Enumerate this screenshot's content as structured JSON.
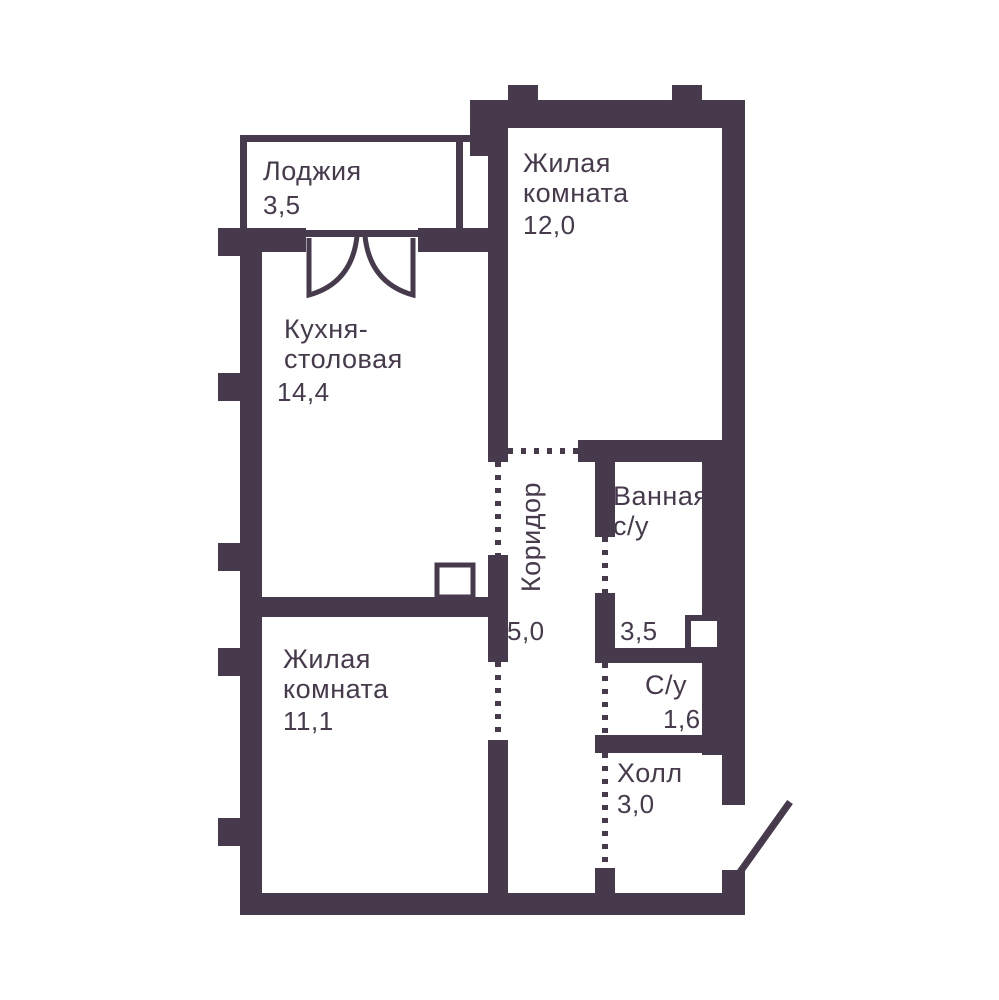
{
  "plan": {
    "title": "Apartment floor plan",
    "colors": {
      "wall": "#473a4d",
      "background": "#ffffff"
    },
    "rooms": {
      "loggia": {
        "label": "Лоджия",
        "area": "3,5"
      },
      "kitchen": {
        "label_line1": "Кухня-",
        "label_line2": "столовая",
        "area": "14,4"
      },
      "living1": {
        "label_line1": "Жилая",
        "label_line2": "комната",
        "area": "12,0"
      },
      "living2": {
        "label_line1": "Жилая",
        "label_line2": "комната",
        "area": "11,1"
      },
      "corridor": {
        "label": "Коридор",
        "area": "5,0"
      },
      "bathroom": {
        "label_line1": "Ванная",
        "label_line2": "с/у",
        "area": "3,5"
      },
      "wc": {
        "label": "С/у",
        "area": "1,6"
      },
      "hall": {
        "label": "Холл",
        "area": "3,0"
      }
    }
  }
}
